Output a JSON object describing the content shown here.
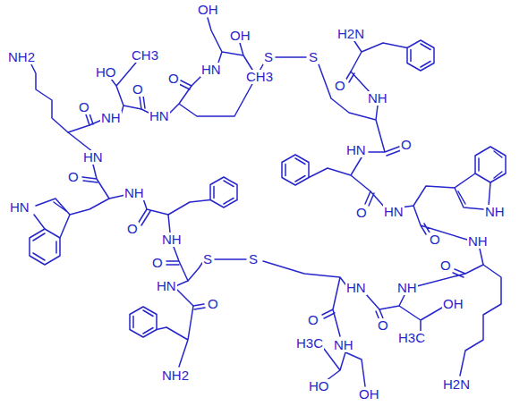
{
  "diagram": {
    "labels": [
      "NH2",
      "HO",
      "CH3",
      "OH",
      "OH",
      "CH3",
      "O",
      "NH",
      "O",
      "HN",
      "HN",
      "O",
      "HN",
      "O",
      "HN",
      "NH",
      "O",
      "NH",
      "O",
      "S",
      "S",
      "HN",
      "O",
      "NH2",
      "S",
      "S",
      "H2N",
      "O",
      "NH",
      "HN",
      "O",
      "O",
      "HN",
      "NH",
      "O",
      "NH",
      "H2N",
      "OH",
      "H3C",
      "O",
      "NH",
      "HN",
      "O",
      "H3C",
      "NH",
      "HO",
      "OH",
      "O"
    ]
  }
}
